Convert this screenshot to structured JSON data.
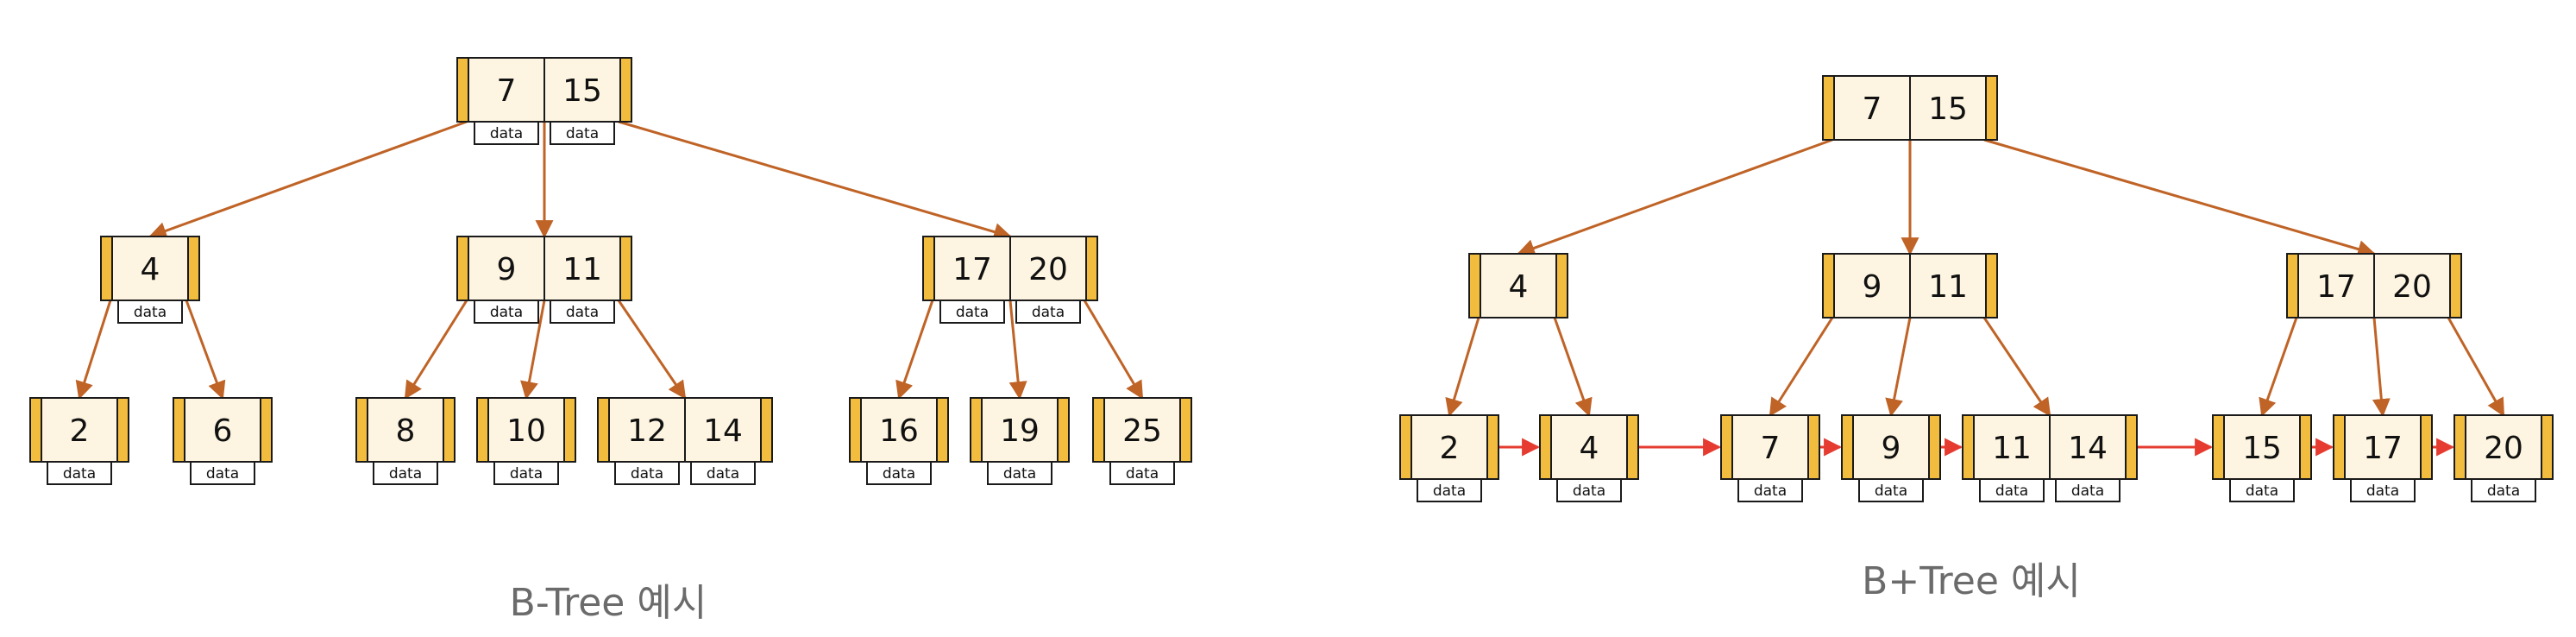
{
  "colors": {
    "cell_fill": "#fdf5e1",
    "pointer_fill": "#f2bd3e",
    "outline": "#1a1a1a",
    "data_box_fill": "#ffffff",
    "tree_edge": "#bf6326",
    "leaf_link": "#e53b30",
    "caption": "#6b6b6b"
  },
  "data_label": "data",
  "btree": {
    "caption": "B-Tree 예시",
    "nodes": [
      {
        "id": "r",
        "keys": [
          "7",
          "15"
        ],
        "data": true
      },
      {
        "id": "l4",
        "keys": [
          "4"
        ],
        "data": true
      },
      {
        "id": "l9",
        "keys": [
          "9",
          "11"
        ],
        "data": true
      },
      {
        "id": "l17",
        "keys": [
          "17",
          "20"
        ],
        "data": true
      },
      {
        "id": "n2",
        "keys": [
          "2"
        ],
        "data": true
      },
      {
        "id": "n6",
        "keys": [
          "6"
        ],
        "data": true
      },
      {
        "id": "n8",
        "keys": [
          "8"
        ],
        "data": true
      },
      {
        "id": "n10",
        "keys": [
          "10"
        ],
        "data": true
      },
      {
        "id": "n12",
        "keys": [
          "12",
          "14"
        ],
        "data": true
      },
      {
        "id": "n16",
        "keys": [
          "16"
        ],
        "data": true
      },
      {
        "id": "n19",
        "keys": [
          "19"
        ],
        "data": true
      },
      {
        "id": "n25",
        "keys": [
          "25"
        ],
        "data": true
      }
    ],
    "edges": [
      [
        "r",
        "l4"
      ],
      [
        "r",
        "l9"
      ],
      [
        "r",
        "l17"
      ],
      [
        "l4",
        "n2"
      ],
      [
        "l4",
        "n6"
      ],
      [
        "l9",
        "n8"
      ],
      [
        "l9",
        "n10"
      ],
      [
        "l9",
        "n12"
      ],
      [
        "l17",
        "n16"
      ],
      [
        "l17",
        "n19"
      ],
      [
        "l17",
        "n25"
      ]
    ],
    "leaf_links": []
  },
  "bplustree": {
    "caption": "B+Tree 예시",
    "nodes": [
      {
        "id": "r",
        "keys": [
          "7",
          "15"
        ],
        "data": false
      },
      {
        "id": "i4",
        "keys": [
          "4"
        ],
        "data": false
      },
      {
        "id": "i9",
        "keys": [
          "9",
          "11"
        ],
        "data": false
      },
      {
        "id": "i17",
        "keys": [
          "17",
          "20"
        ],
        "data": false
      },
      {
        "id": "f2",
        "keys": [
          "2"
        ],
        "data": true
      },
      {
        "id": "f4",
        "keys": [
          "4"
        ],
        "data": true
      },
      {
        "id": "f7",
        "keys": [
          "7"
        ],
        "data": true
      },
      {
        "id": "f9",
        "keys": [
          "9"
        ],
        "data": true
      },
      {
        "id": "f11",
        "keys": [
          "11",
          "14"
        ],
        "data": true
      },
      {
        "id": "f15",
        "keys": [
          "15"
        ],
        "data": true
      },
      {
        "id": "f17",
        "keys": [
          "17"
        ],
        "data": true
      },
      {
        "id": "f20",
        "keys": [
          "20"
        ],
        "data": true
      }
    ],
    "edges": [
      [
        "r",
        "i4"
      ],
      [
        "r",
        "i9"
      ],
      [
        "r",
        "i17"
      ],
      [
        "i4",
        "f2"
      ],
      [
        "i4",
        "f4"
      ],
      [
        "i9",
        "f7"
      ],
      [
        "i9",
        "f9"
      ],
      [
        "i9",
        "f11"
      ],
      [
        "i17",
        "f15"
      ],
      [
        "i17",
        "f17"
      ],
      [
        "i17",
        "f20"
      ]
    ],
    "leaf_links": [
      [
        "f2",
        "f4"
      ],
      [
        "f4",
        "f7"
      ],
      [
        "f7",
        "f9"
      ],
      [
        "f9",
        "f11"
      ],
      [
        "f11",
        "f15"
      ],
      [
        "f15",
        "f17"
      ],
      [
        "f17",
        "f20"
      ]
    ]
  }
}
